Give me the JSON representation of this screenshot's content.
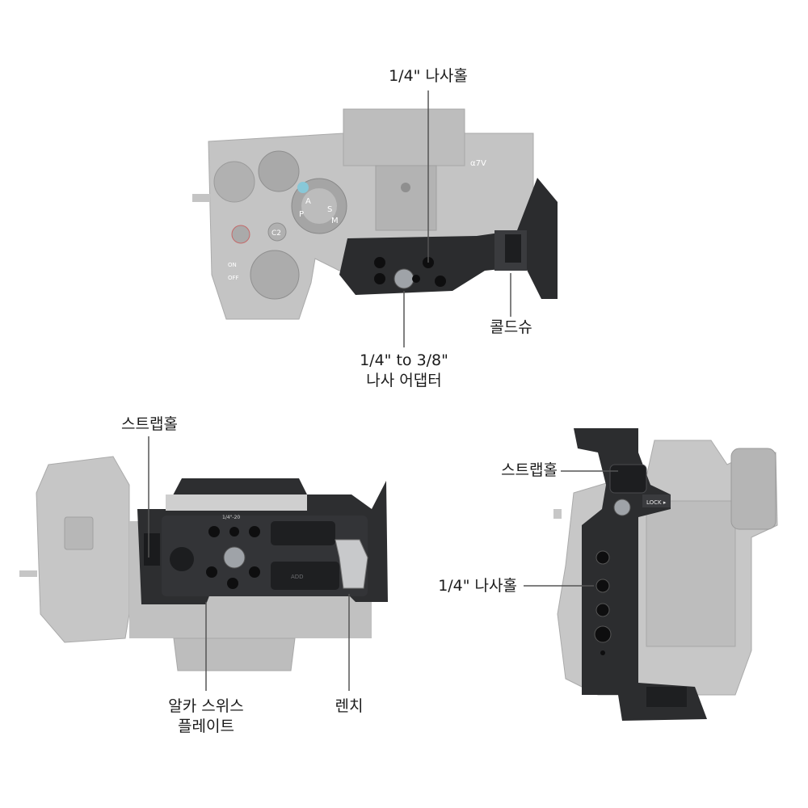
{
  "top_view": {
    "screw_hole_label": "1/4\" 나사홀",
    "cold_shoe_label": "콜드슈",
    "adapter_label_line1": "1/4\" to 3/8\"",
    "adapter_label_line2": "나사 어댑터",
    "camera_mode_letters": [
      "P",
      "A",
      "S",
      "M"
    ],
    "camera_badge": "α7V",
    "button_c2": "C2",
    "switch_on": "ON",
    "switch_off": "OFF"
  },
  "bottom_view": {
    "strap_hole_label": "스트랩홀",
    "arca_label_line1": "알카 스위스",
    "arca_label_line2": "플레이트",
    "wrench_label": "렌치",
    "plate_marking": "1/4\"-20",
    "plate_marking_2": "ADD"
  },
  "side_view": {
    "strap_hole_label": "스트랩홀",
    "screw_hole_label": "1/4\" 나사홀",
    "lock_text": "LOCK ▸"
  },
  "colors": {
    "camera_gray": "#b8b8b8",
    "cage_black": "#2b2c2e",
    "leader_line": "#555555"
  }
}
